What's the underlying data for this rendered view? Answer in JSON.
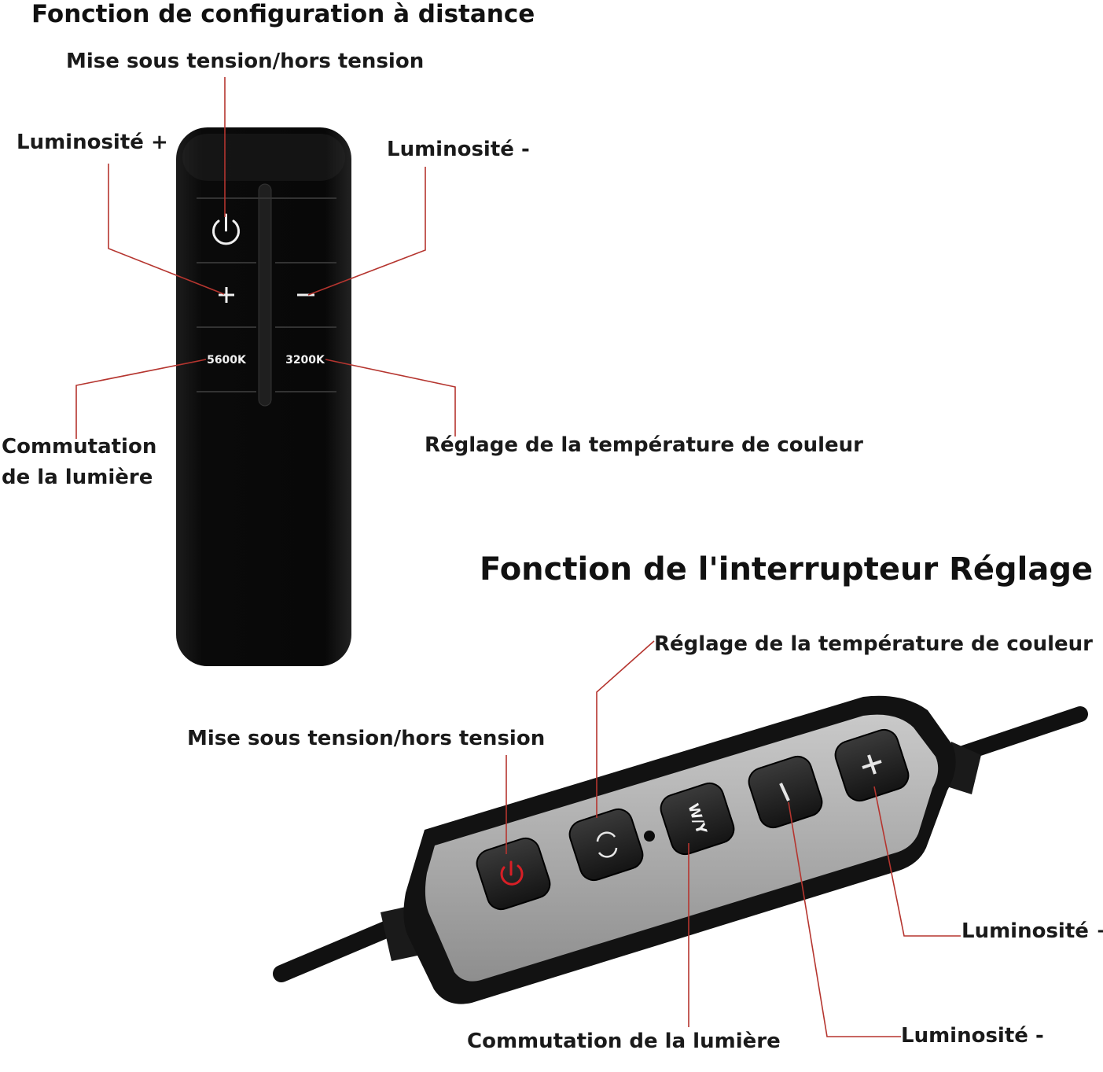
{
  "colors": {
    "leader_line": "#b5352f",
    "remote_body": "#0b0b0b",
    "switch_panel": "#a9a9a9",
    "power_icon_red": "#d81f26"
  },
  "remote_section": {
    "title": "Fonction de configuration à distance",
    "labels": {
      "power": "Mise sous tension/hors tension",
      "brightness_plus": "Luminosité +",
      "brightness_minus": "Luminosité -",
      "light_switch_line1": "Commutation",
      "light_switch_line2": "de la lumière",
      "color_temp": "Réglage de la température de couleur"
    },
    "buttons": {
      "power_icon": "power-icon",
      "plus_icon": "plus-icon",
      "minus_icon": "minus-icon",
      "k5600": "5600K",
      "k3200": "3200K"
    }
  },
  "switch_section": {
    "title": "Fonction de l'interrupteur Réglage",
    "labels": {
      "color_temp": "Réglage de la température de couleur",
      "power": "Mise sous tension/hors tension",
      "brightness_plus": "Luminosité +",
      "brightness_minus": "Luminosité -",
      "light_switch": "Commutation de la lumière"
    },
    "buttons": {
      "power_icon": "power-icon",
      "cycle_icon": "cycle-icon",
      "wy": "W/Y",
      "minus_icon": "minus-icon",
      "plus_icon": "plus-icon"
    }
  }
}
